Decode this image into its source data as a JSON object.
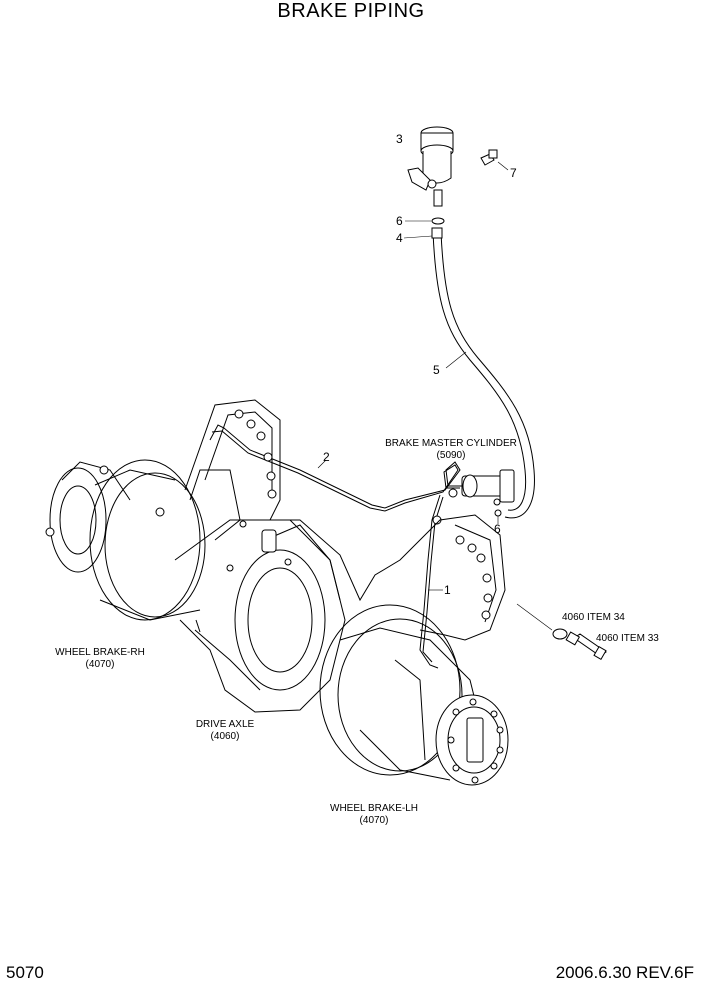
{
  "header": {
    "title": "BRAKE PIPING"
  },
  "footer": {
    "page_number": "5070",
    "revision": "2006.6.30  REV.6F"
  },
  "callouts": {
    "n1": "1",
    "n2": "2",
    "n3": "3",
    "n4": "4",
    "n5": "5",
    "n6a": "6",
    "n6b": "6",
    "n7": "7"
  },
  "labels": {
    "master_cyl": "BRAKE MASTER CYLINDER",
    "master_cyl_ref": "(5090)",
    "item34": "4060 ITEM 34",
    "item33": "4060 ITEM 33",
    "wheel_rh": "WHEEL BRAKE-RH",
    "wheel_rh_ref": "(4070)",
    "drive_axle": "DRIVE AXLE",
    "drive_axle_ref": "(4060)",
    "wheel_lh": "WHEEL BRAKE-LH",
    "wheel_lh_ref": "(4070)"
  }
}
